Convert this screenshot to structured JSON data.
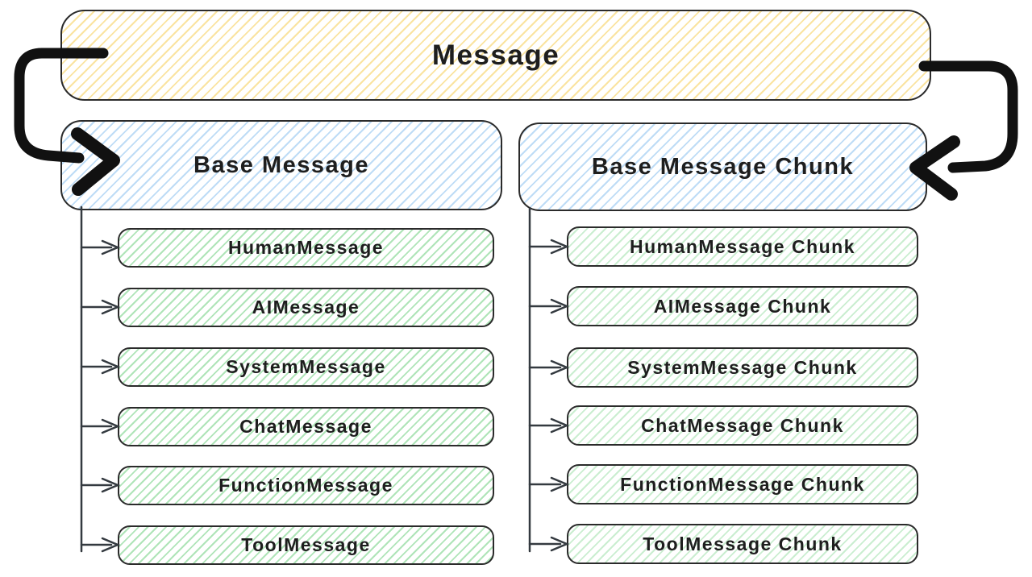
{
  "diagram": {
    "root": {
      "label": "Message"
    },
    "branches": [
      {
        "label": "Base Message",
        "children": [
          {
            "label": "HumanMessage"
          },
          {
            "label": "AIMessage"
          },
          {
            "label": "SystemMessage"
          },
          {
            "label": "ChatMessage"
          },
          {
            "label": "FunctionMessage"
          },
          {
            "label": "ToolMessage"
          }
        ]
      },
      {
        "label": "Base Message Chunk",
        "children": [
          {
            "label": "HumanMessage Chunk"
          },
          {
            "label": "AIMessage Chunk"
          },
          {
            "label": "SystemMessage Chunk"
          },
          {
            "label": "ChatMessage Chunk"
          },
          {
            "label": "FunctionMessage Chunk"
          },
          {
            "label": "ToolMessage Chunk"
          }
        ]
      }
    ],
    "colors": {
      "root_hatch": "#f5c842",
      "branch_hatch": "#5da8e8",
      "leaf_hatch": "#40c057",
      "node_border": "#2b2b2b",
      "text": "#1e1e1e",
      "thick_arrow": "#111111",
      "thin_connector": "#343a40",
      "background": "#ffffff"
    }
  }
}
